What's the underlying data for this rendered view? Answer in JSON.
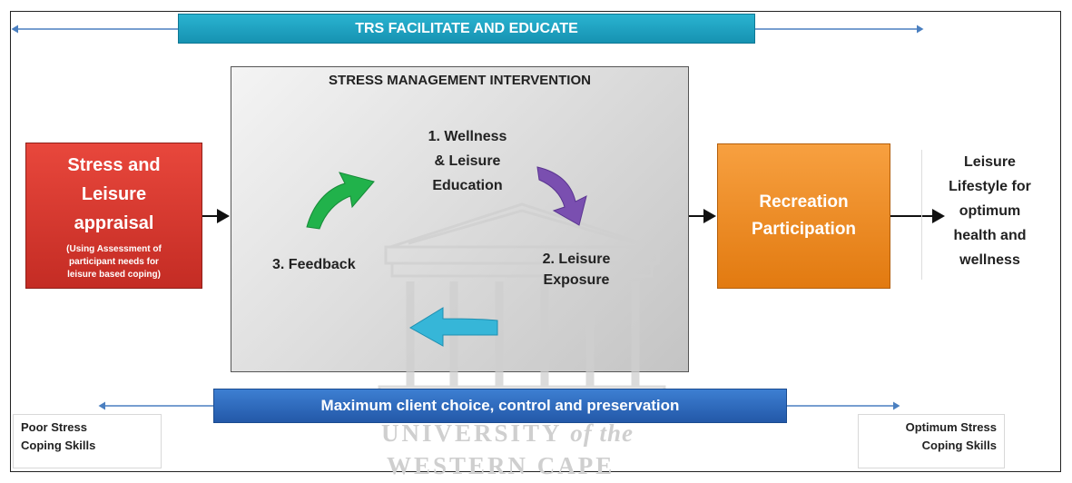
{
  "top_banner": "TRS FACILITATE AND EDUCATE",
  "bottom_banner": "Maximum client choice, control and preservation",
  "appraisal": {
    "title_lines": [
      "Stress and",
      "Leisure",
      "appraisal"
    ],
    "sub_lines": [
      "(Using Assessment of",
      "participant  needs for",
      "leisure based  coping)"
    ]
  },
  "intervention": {
    "title": "STRESS MANAGEMENT INTERVENTION",
    "step1_lines": [
      "1. Wellness",
      "& Leisure",
      "Education"
    ],
    "step2_lines": [
      "2. Leisure",
      "Exposure"
    ],
    "step3": "3. Feedback"
  },
  "participation_lines": [
    "Recreation",
    "Participation"
  ],
  "outcome_lines": [
    "Leisure",
    "Lifestyle for",
    "optimum",
    "health and",
    "wellness"
  ],
  "left_note_lines": [
    "Poor Stress",
    "Coping Skills"
  ],
  "right_note_lines": [
    "Optimum Stress",
    "Coping Skills"
  ],
  "watermark": {
    "line1_main": "UNIVERSITY",
    "line1_italic": "of the",
    "line2": "WESTERN CAPE"
  },
  "colors": {
    "top_banner": "#1fa3c4",
    "bottom_banner": "#2e6ac0",
    "appraisal_box": "#d63a31",
    "participation_box": "#f08a22",
    "arrow_green": "#21b24b",
    "arrow_purple": "#7a4fb0",
    "arrow_cyan": "#36b6d8"
  }
}
